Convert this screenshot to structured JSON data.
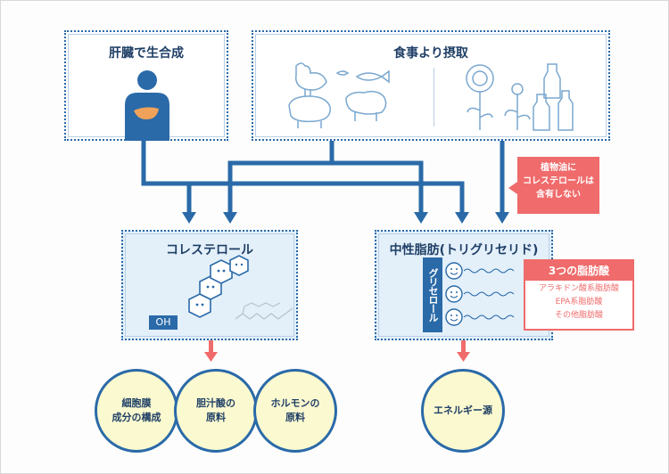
{
  "sources": {
    "liver_title": "肝臓で生合成",
    "food_title": "食事より摂取"
  },
  "note_plant_oil": "植物油に\nコレステロールは\n含有しない",
  "cholesterol": {
    "title": "コレステロール",
    "oh_label": "OH"
  },
  "triglyceride": {
    "title": "中性脂肪(トリグリセリド)",
    "glycerol_label": "グリセロール",
    "fatty_acids_title": "3つの脂肪酸",
    "fatty_acids": [
      "アラキドン酸系脂肪酸",
      "EPA系脂肪酸",
      "その他脂肪酸"
    ]
  },
  "outcomes": {
    "cell_membrane": "細胞膜\n成分の構成",
    "bile_acid": "胆汁酸の\n原料",
    "hormone": "ホルモンの\n原料",
    "energy": "エネルギー源"
  },
  "colors": {
    "line_blue": "#2a6aa8",
    "arrow_red": "#f06b6b",
    "box_fill_blue": "#e3f0fa",
    "circle_fill": "#fbf9cf"
  },
  "icons": [
    "person-liver-icon",
    "chicken-icon",
    "fish-icon",
    "pig-icon",
    "sheep-icon",
    "sunflower-icon",
    "oil-bottle-icon",
    "hexagon-ring-icon",
    "smiley-bead-icon"
  ]
}
